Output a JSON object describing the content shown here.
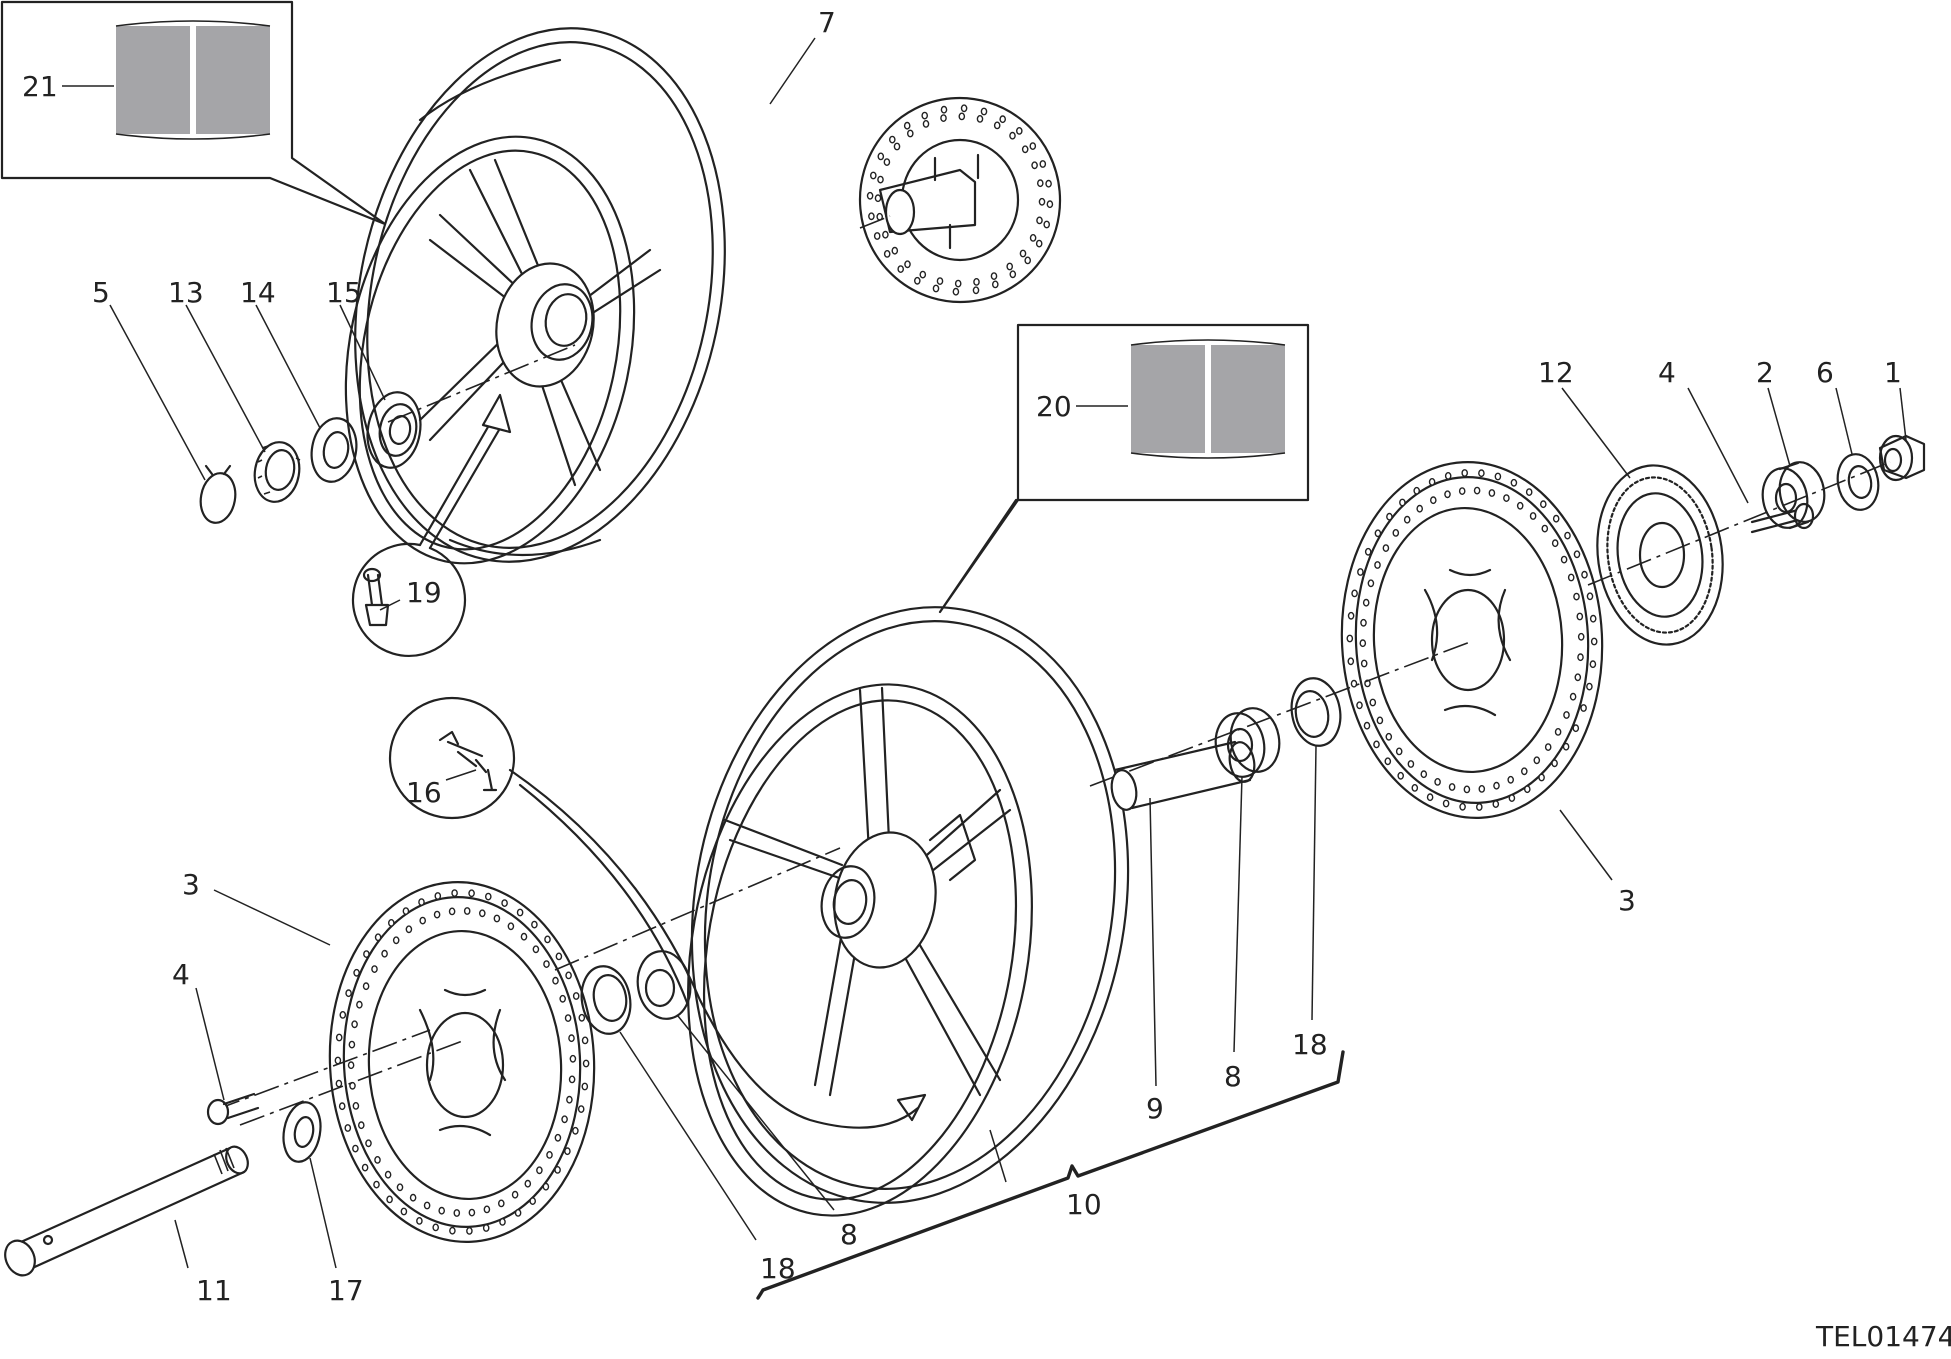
{
  "drawing_code": "TEL01474",
  "callouts": {
    "c1": "1",
    "c2": "2",
    "c3a": "3",
    "c3b": "3",
    "c4a": "4",
    "c4b": "4",
    "c5": "5",
    "c6": "6",
    "c7": "7",
    "c8a": "8",
    "c8b": "8",
    "c9": "9",
    "c10": "10",
    "c11": "11",
    "c12": "12",
    "c13": "13",
    "c14": "14",
    "c15": "15",
    "c16": "16",
    "c17": "17",
    "c18a": "18",
    "c18b": "18",
    "c19": "19",
    "c20": "20",
    "c21": "21"
  }
}
